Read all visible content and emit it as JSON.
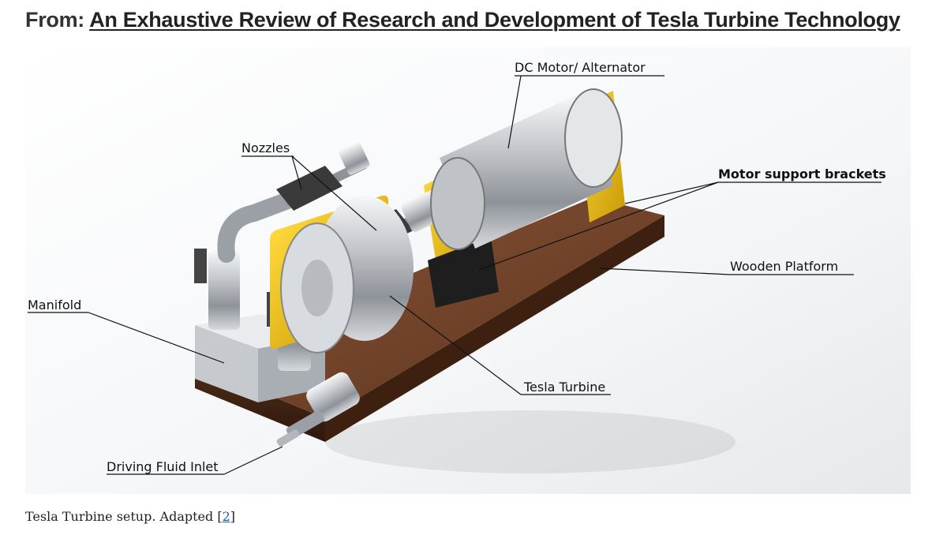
{
  "header": {
    "prefix": "From:",
    "article_title": "An Exhaustive Review of Research and Development of Tesla Turbine Technology"
  },
  "figure": {
    "labels": {
      "dc_motor": "DC Motor/ Alternator",
      "nozzles": "Nozzles",
      "motor_support": "Motor support brackets",
      "wooden_platform": "Wooden Platform",
      "manifold": "Manifold",
      "tesla_turbine": "Tesla Turbine",
      "fluid_inlet": "Driving Fluid Inlet"
    },
    "colors": {
      "bracket_yellow": "#f2c614",
      "wood": "#6b3f24",
      "steel": "#c9ccd1"
    }
  },
  "caption": {
    "text": "Tesla Turbine setup. Adapted [",
    "ref": "2",
    "close": "]"
  }
}
